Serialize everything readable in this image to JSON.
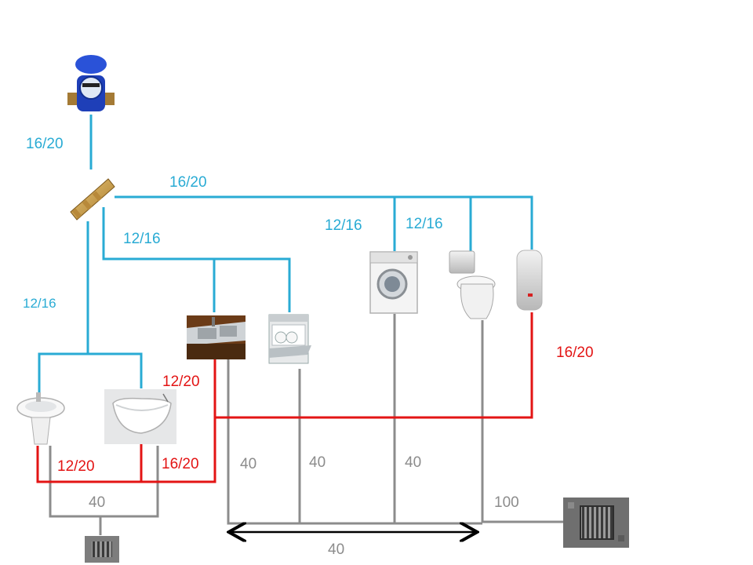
{
  "colors": {
    "cold": "#29abd4",
    "hot": "#e31414",
    "drain": "#8c8c8c",
    "arrow": "#000000"
  },
  "labels": {
    "meter_pipe": "16/20",
    "main_line": "16/20",
    "appliance_branch": "12/16",
    "washer_branch": "12/16",
    "toilet_branch": "12/16",
    "bath_branch": "12/16",
    "hot_kitchen": "12/20",
    "hot_heater": "16/20",
    "hot_basin": "12/20",
    "hot_bathtub": "16/20",
    "drain_sink": "40",
    "drain_dishwasher": "40",
    "drain_washer": "40",
    "drain_bath": "40",
    "drain_toilet": "100",
    "drain_main_span": "40"
  },
  "fixtures": [
    {
      "id": "water-meter",
      "icon": "water-meter-icon"
    },
    {
      "id": "manifold",
      "icon": "brass-manifold-icon"
    },
    {
      "id": "kitchen-sink",
      "icon": "kitchen-sink-icon"
    },
    {
      "id": "dishwasher",
      "icon": "dishwasher-icon"
    },
    {
      "id": "washing-machine",
      "icon": "washing-machine-icon"
    },
    {
      "id": "toilet",
      "icon": "toilet-icon"
    },
    {
      "id": "water-heater",
      "icon": "water-heater-icon"
    },
    {
      "id": "washbasin",
      "icon": "washbasin-icon"
    },
    {
      "id": "bathtub",
      "icon": "bathtub-icon"
    },
    {
      "id": "floor-drain-small",
      "icon": "floor-drain-icon"
    },
    {
      "id": "floor-drain-large",
      "icon": "floor-drain-icon"
    }
  ]
}
